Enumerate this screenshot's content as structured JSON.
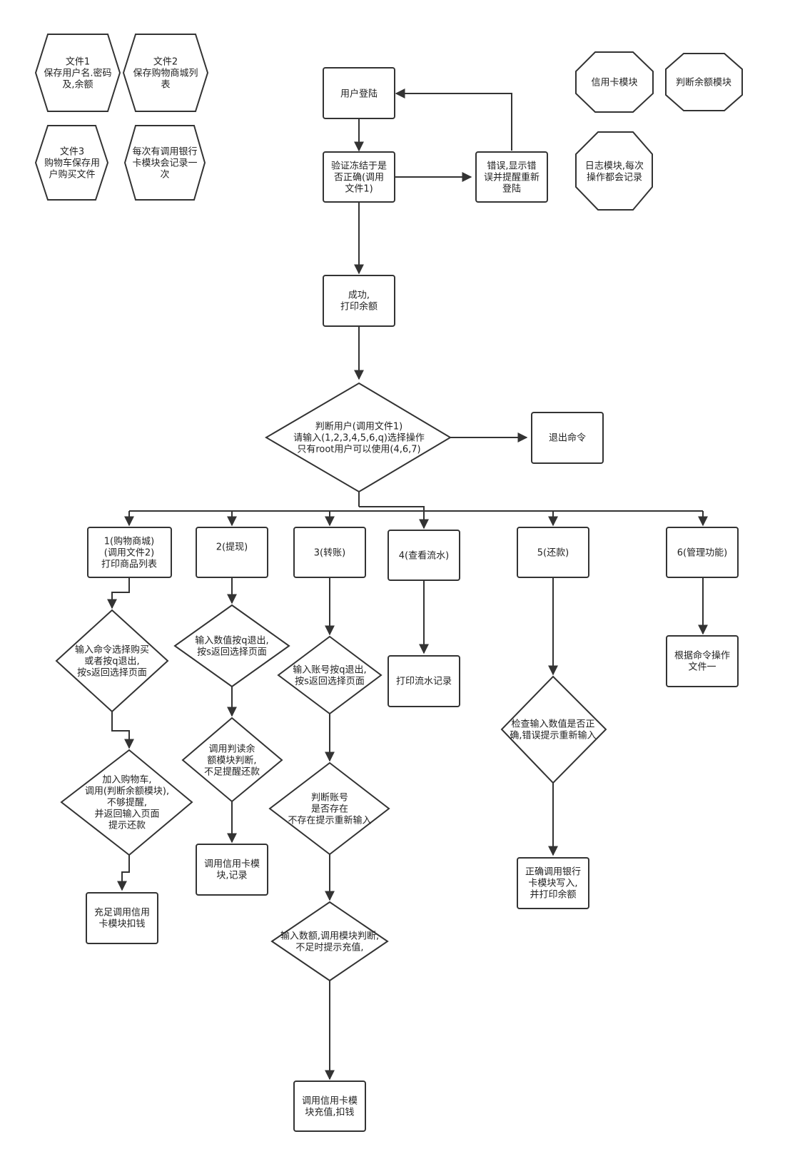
{
  "legend": {
    "file1": [
      "文件1",
      "保存用户名.密码",
      "及,余额"
    ],
    "file2": [
      "文件2",
      "保存购物商城列",
      "表"
    ],
    "file3": [
      "文件3",
      "购物车保存用",
      "户购买文件"
    ],
    "bank_log": [
      "每次有调用银行",
      "卡模块会记录一",
      "次"
    ],
    "credit_module": [
      "信用卡模块"
    ],
    "balance_module": [
      "判断余额模块"
    ],
    "log_module": [
      "日志模块,每次",
      "操作都会记录"
    ]
  },
  "nodes": {
    "login": [
      "用户登陆"
    ],
    "verify": [
      "验证冻结于是",
      "否正确(调用",
      "文件1)"
    ],
    "error": [
      "错误,显示错",
      "误并提醒重新",
      "登陆"
    ],
    "success": [
      "成功,",
      "打印余额"
    ],
    "judge_user": [
      "判断用户(调用文件1)",
      "请输入(1,2,3,4,5,6,q)选择操作",
      "只有root用户可以使用(4,6,7)"
    ],
    "exit": [
      "退出命令"
    ],
    "opt1": [
      "1(购物商城)",
      "(调用文件2)",
      "打印商品列表"
    ],
    "opt2": [
      "2(提现)"
    ],
    "opt3": [
      "3(转账)"
    ],
    "opt4": [
      "4(查看流水)"
    ],
    "opt5": [
      "5(还款)"
    ],
    "opt6": [
      "6(管理功能)"
    ],
    "shop_input": [
      "输入命令选择购买",
      "或者按q退出,",
      "按s返回选择页面"
    ],
    "cart_add": [
      "加入购物车,",
      "调用(判断余额模块),",
      "不够提醒,",
      "并返回输入页面",
      "提示还款"
    ],
    "shop_pay": [
      "充足调用信用",
      "卡模块扣钱"
    ],
    "withdraw_input": [
      "输入数值按q退出,",
      "按s返回选择页面"
    ],
    "withdraw_check": [
      "调用判读余",
      "额模块判断,",
      "不足提醒还款"
    ],
    "withdraw_record": [
      "调用信用卡模",
      "块,记录"
    ],
    "transfer_input": [
      "输入账号按q退出,",
      "按s返回选择页面"
    ],
    "transfer_check": [
      "判断账号",
      "是否存在",
      "不存在提示重新输入"
    ],
    "transfer_amount": [
      "输入数额,调用模块判断,",
      "不足时提示充值,"
    ],
    "transfer_charge": [
      "调用信用卡模",
      "块充值,扣钱"
    ],
    "flow_print": [
      "打印流水记录"
    ],
    "repay_check": [
      "检查输入数值是否正",
      "确,错误提示重新输入"
    ],
    "repay_write": [
      "正确调用银行",
      "卡模块写入,",
      "并打印余额"
    ],
    "admin_op": [
      "根据命令操作",
      "文件一"
    ]
  }
}
